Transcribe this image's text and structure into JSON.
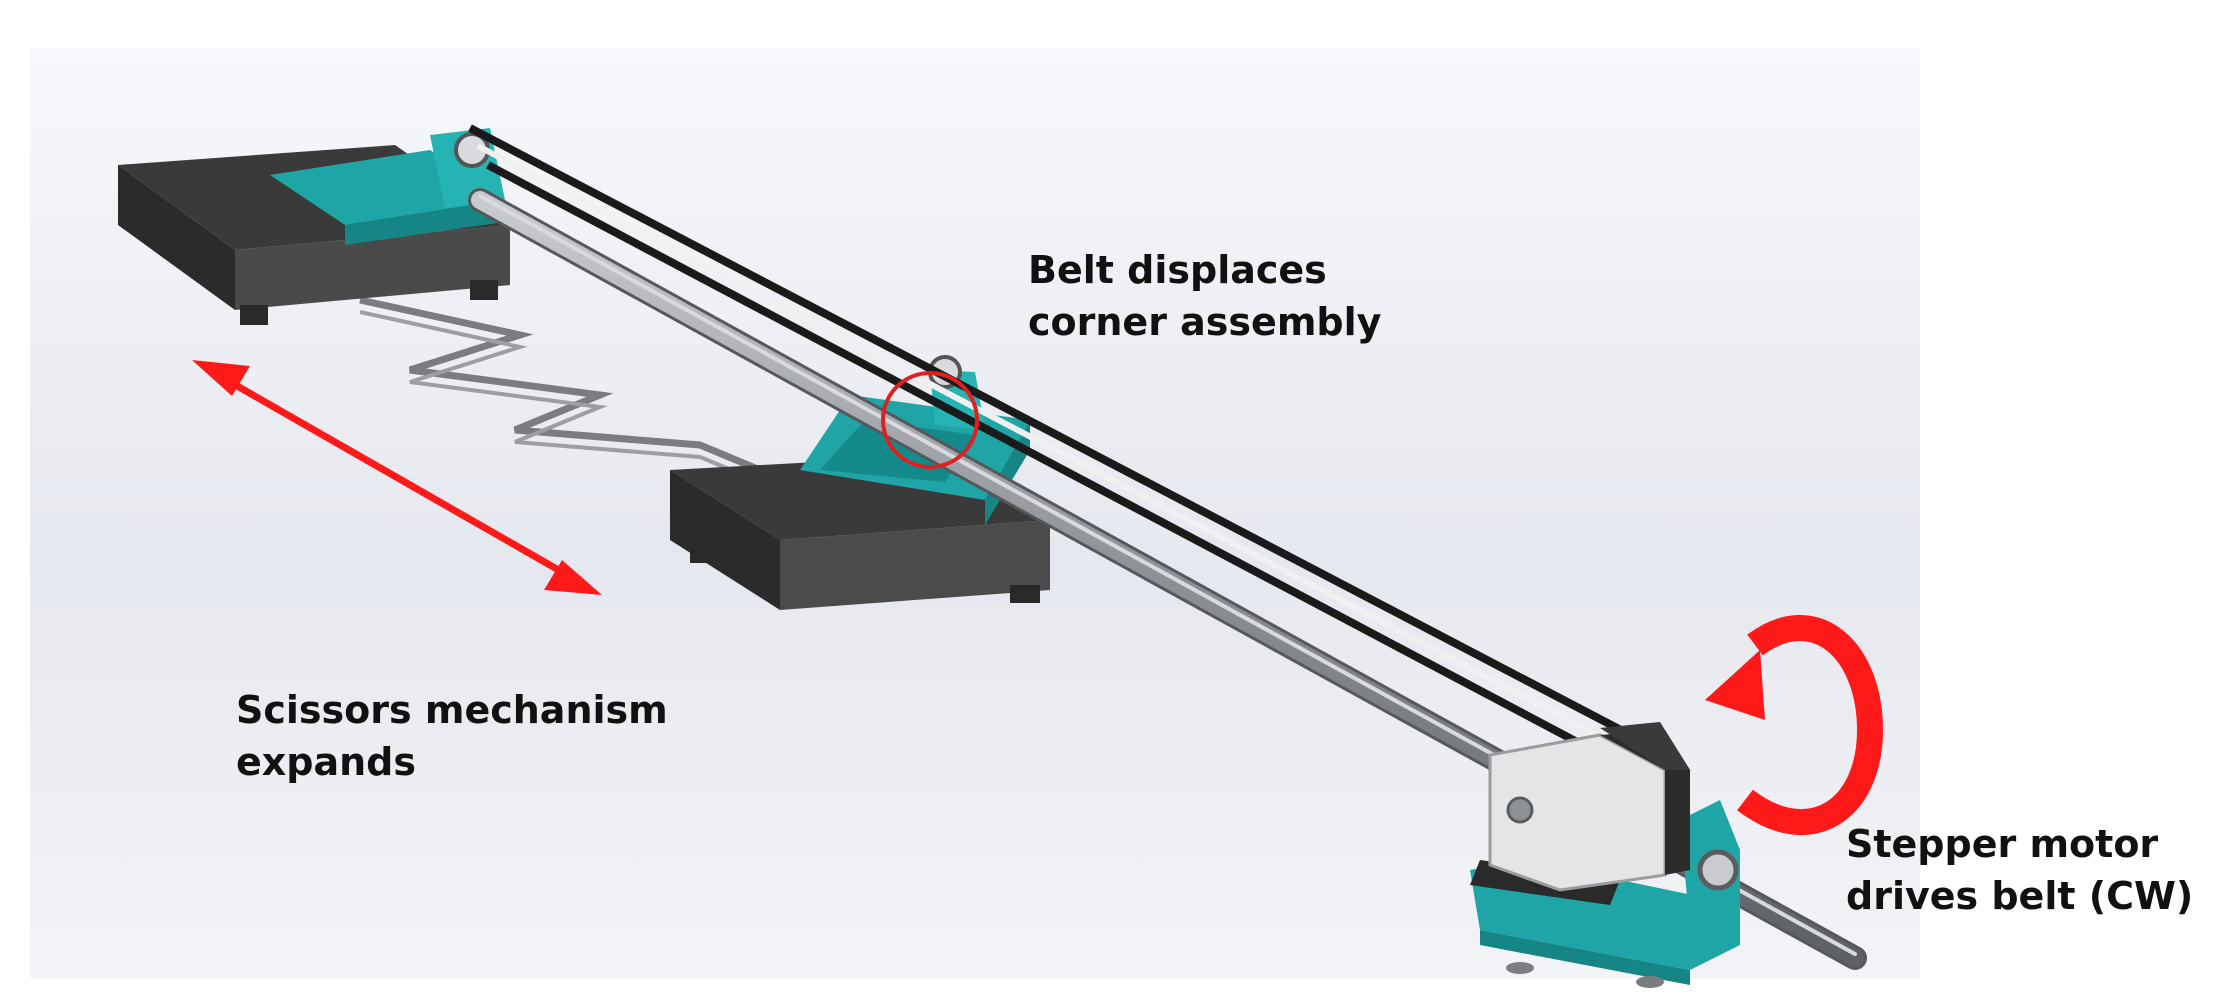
{
  "annotations": {
    "belt": {
      "line1": "Belt displaces",
      "line2": "corner assembly"
    },
    "scissors": {
      "line1": "Scissors mechanism",
      "line2": "expands"
    },
    "stepper": {
      "line1": "Stepper motor",
      "line2": "drives belt (CW)"
    }
  },
  "colors": {
    "background_top": "#f6f7fa",
    "background_bottom": "#dfe2ec",
    "platform": "#3d3d3d",
    "bracket": "#1fa5a5",
    "rail": "#8a8c90",
    "belt": "#1a1a1a",
    "arrow": "#ff1a1a",
    "highlight_circle": "#e02020"
  },
  "icons": {
    "double_arrow": "double-headed-arrow",
    "rotation": "clockwise-rotation-arrow",
    "highlight": "circle-highlight"
  }
}
